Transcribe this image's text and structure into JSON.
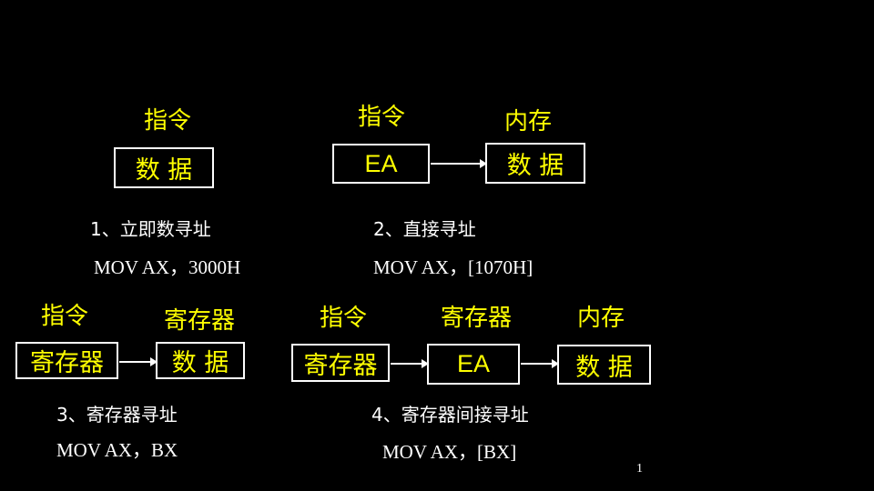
{
  "colors": {
    "background": "#000000",
    "label": "#ffff00",
    "text": "#ffffff",
    "border": "#ffffff"
  },
  "d1": {
    "label_instruction": "指令",
    "box_data": "数  据",
    "caption": "1、立即数寻址",
    "code": "MOV AX，3000H"
  },
  "d2": {
    "label_instruction": "指令",
    "label_memory": "内存",
    "box_ea": "EA",
    "box_data": "数  据",
    "caption": "2、直接寻址",
    "code": "MOV AX，[1070H]"
  },
  "d3": {
    "label_instruction": "指令",
    "label_register": "寄存器",
    "box_register": "寄存器",
    "box_data": "数  据",
    "caption": "3、寄存器寻址",
    "code": "MOV AX，BX"
  },
  "d4": {
    "label_instruction": "指令",
    "label_register": "寄存器",
    "label_memory": "内存",
    "box_register": "寄存器",
    "box_ea": "EA",
    "box_data": "数  据",
    "caption": "4、寄存器间接寻址",
    "code": "MOV AX，[BX]"
  },
  "page_number": "1"
}
